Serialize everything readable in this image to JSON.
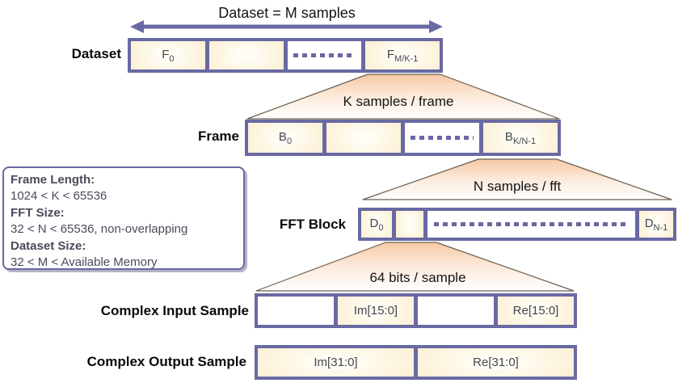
{
  "header": {
    "arrow_label": "Dataset = M samples"
  },
  "dataset_row": {
    "label": "Dataset",
    "cell_first": {
      "base": "F",
      "sub": "0"
    },
    "cell_last": {
      "base": "F",
      "sub": "M/K-1"
    }
  },
  "frame_row": {
    "label": "Frame",
    "trapezoid_label": "K samples / frame",
    "cell_first": {
      "base": "B",
      "sub": "0"
    },
    "cell_last": {
      "base": "B",
      "sub": "K/N-1"
    }
  },
  "fft_row": {
    "label": "FFT Block",
    "trapezoid_label": "N samples / fft",
    "cell_first": {
      "base": "D",
      "sub": "0"
    },
    "cell_last": {
      "base": "D",
      "sub": "N-1"
    }
  },
  "input_row": {
    "label": "Complex Input Sample",
    "trapezoid_label": "64 bits / sample",
    "im_label": "Im[15:0]",
    "re_label": "Re[15:0]"
  },
  "output_row": {
    "label": "Complex Output Sample",
    "im_label": "Im[31:0]",
    "re_label": "Re[31:0]"
  },
  "info_box": {
    "lines": [
      {
        "heading": "Frame Length:",
        "value": "1024 < K < 65536"
      },
      {
        "heading": "FFT Size:",
        "value": "32 < N < 65536, non-overlapping"
      },
      {
        "heading": "Dataset Size:",
        "value": "32 < M < Available Memory"
      }
    ]
  },
  "colors": {
    "border_purple": "#6969a3",
    "arrow_purple": "#6969a3",
    "cell_cream": "#f9e7c4",
    "trapezoid_peach": "#f5c9a6",
    "trapezoid_stroke": "#6b5f50"
  }
}
